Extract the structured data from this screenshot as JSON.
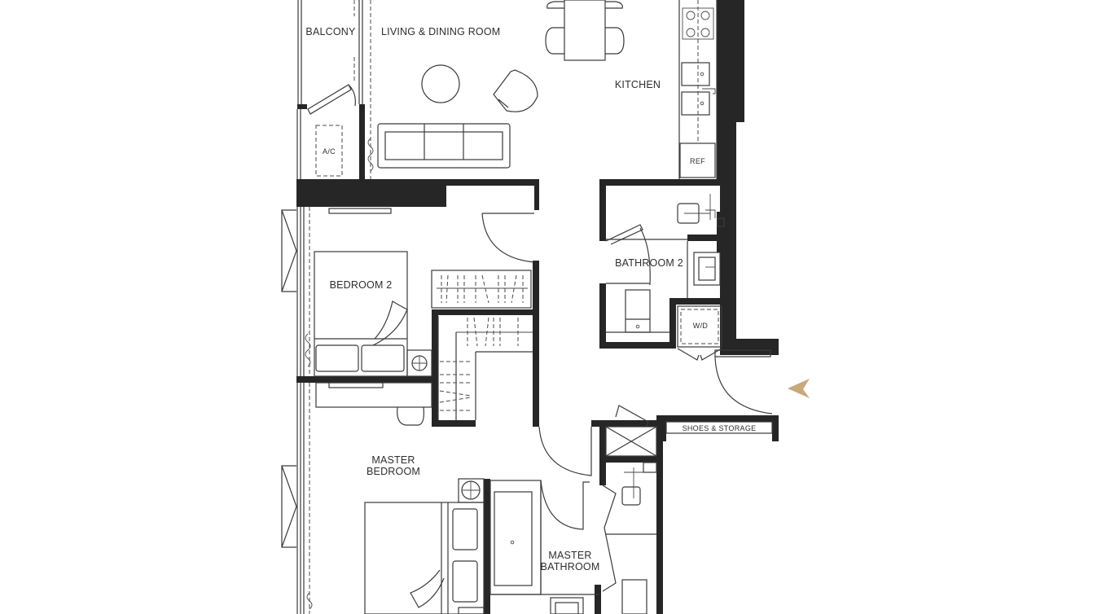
{
  "floorplan": {
    "rooms": {
      "balcony": "BALCONY",
      "living_dining": "LIVING & DINING ROOM",
      "kitchen": "KITCHEN",
      "bathroom_2": "BATHROOM 2",
      "bedroom_2": "BEDROOM 2",
      "master_bedroom_line1": "MASTER",
      "master_bedroom_line2": "BEDROOM",
      "master_bathroom_line1": "MASTER",
      "master_bathroom_line2": "BATHROOM",
      "shoes_storage": "SHOES & STORAGE"
    },
    "fixtures": {
      "ac": "A/C",
      "ref": "REF",
      "wd": "W/D"
    },
    "entry_marker": {
      "icon": "entry-arrow-icon",
      "color": "#C9A87C"
    },
    "colors": {
      "wall": "#262626",
      "line": "#3a3a3a",
      "background": "#ffffff"
    }
  }
}
